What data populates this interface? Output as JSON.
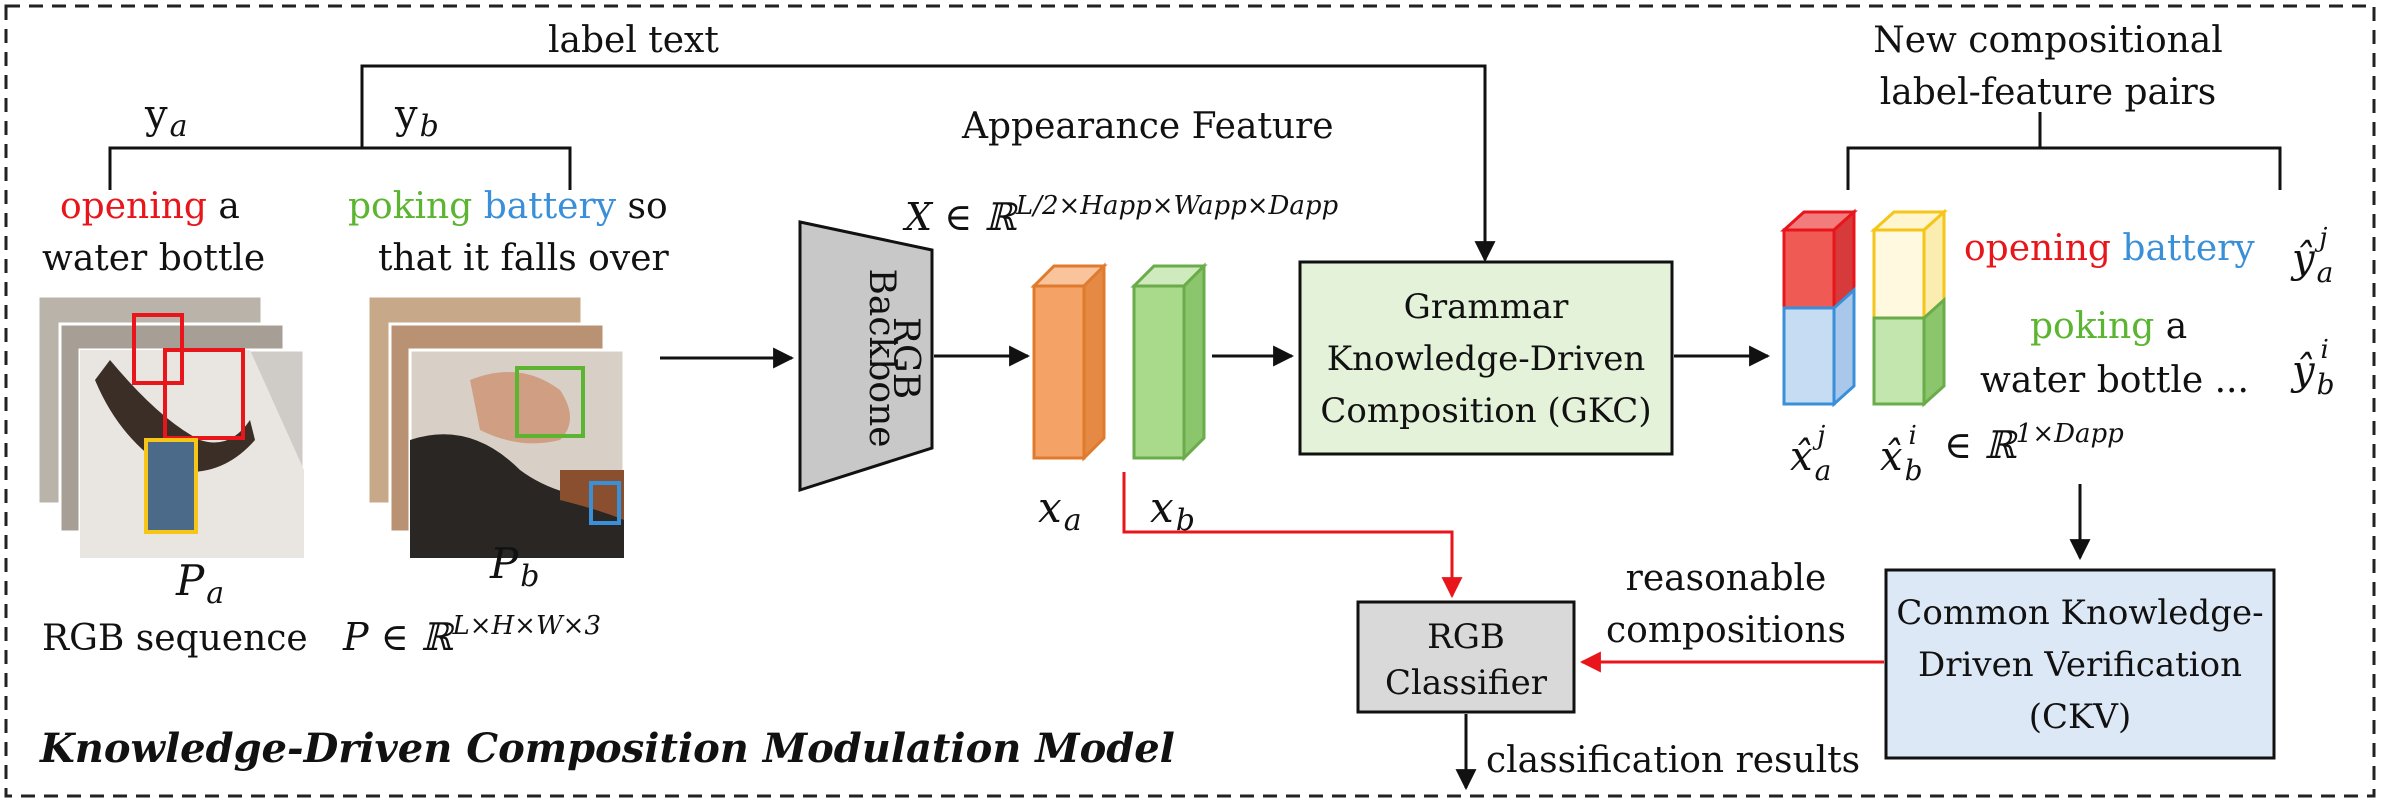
{
  "title": "Knowledge-Driven Composition Modulation Model",
  "labels": {
    "label_text": "label text",
    "y_a": "y",
    "y_a_sub": "a",
    "y_b": "y",
    "y_b_sub": "b",
    "appearance_feature": "Appearance Feature",
    "x_equation": "X ∈ ℝ",
    "x_exponent": "L/2×Happ×Wapp×Dapp",
    "x_a": "x",
    "x_a_sub": "a",
    "x_b": "x",
    "x_b_sub": "b",
    "p_a": "P",
    "p_a_sub": "a",
    "p_b": "P",
    "p_b_sub": "b",
    "rgb_sequence": "RGB sequence",
    "p_equation": "P ∈ ℝ",
    "p_exponent": "L×H×W×3",
    "new_pairs_line1": "New compositional",
    "new_pairs_line2": "label-feature pairs",
    "reasonable_line1": "reasonable",
    "reasonable_line2": "compositions",
    "classification_results": "classification results",
    "xhat_expr": "∈ ℝ",
    "xhat_exponent": "1×Dapp"
  },
  "caption_a": {
    "verb": "opening",
    "article": "a",
    "object": "water bottle"
  },
  "caption_b": {
    "verb": "poking",
    "object": "battery",
    "rest_line1": "so",
    "rest_line2": "that it falls over"
  },
  "composed": {
    "line1_verb": "opening",
    "line1_object": "battery",
    "line2_verb": "poking",
    "line2_article": "a",
    "line3_object": "water bottle ..."
  },
  "modules": {
    "backbone_line1": "RGB",
    "backbone_line2": "Backbone",
    "gkc_line1": "Grammar",
    "gkc_line2": "Knowledge-Driven",
    "gkc_line3": "Composition (GKC)",
    "ckv_line1": "Common Knowledge-",
    "ckv_line2": "Driven Verification",
    "ckv_line3": "(CKV)",
    "classifier_line1": "RGB",
    "classifier_line2": "Classifier"
  },
  "colors": {
    "verb_a": "#e8151b",
    "object_a": "#f5c518",
    "verb_b": "#5cb531",
    "object_b": "#3a8fd9",
    "feature_a": "#f4a266",
    "feature_b": "#a9d98a",
    "gkc_fill": "#e3f2d9",
    "ckv_fill": "#dce8f5",
    "classifier_fill": "#d9d9d9",
    "backbone_fill": "#c8c8c8",
    "red_arrow": "#e8151b"
  }
}
